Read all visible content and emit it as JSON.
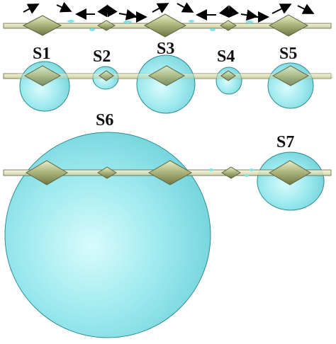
{
  "labels": {
    "s1": "S1",
    "s2": "S2",
    "s3": "S3",
    "s4": "S4",
    "s5": "S5",
    "s6": "S6",
    "s7": "S7"
  },
  "colors": {
    "sphere_fill": "#7fe3ea",
    "sphere_stroke": "#2a8c92",
    "rod_fill": "#e6e9c4",
    "rod_stroke": "#5f6440",
    "bead_fill": "#b4bd84",
    "arrow": "#000000"
  }
}
